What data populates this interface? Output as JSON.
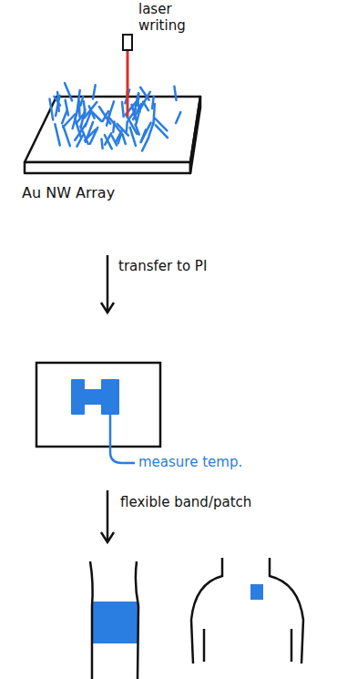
{
  "diagram": {
    "labels": [
      "laser writing",
      "Au NW Array",
      "transfer to PI",
      "measure temp.",
      "flexible band/patch"
    ]
  }
}
